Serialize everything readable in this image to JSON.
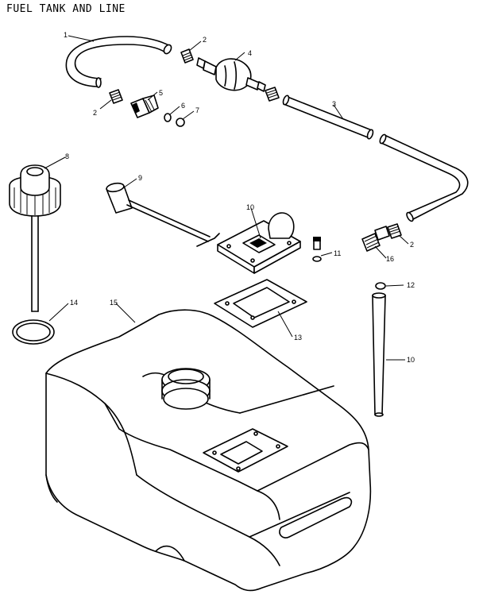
{
  "title": "FUEL TANK AND LINE",
  "callouts": {
    "c1": "1",
    "c2a": "2",
    "c2b": "2",
    "c2c": "2",
    "c3": "3",
    "c4": "4",
    "c5": "5",
    "c6": "6",
    "c7": "7",
    "c8": "8",
    "c9": "9",
    "c10a": "10",
    "c10b": "10",
    "c11": "11",
    "c12": "12",
    "c13": "13",
    "c14": "14",
    "c15": "15",
    "c16": "16"
  }
}
